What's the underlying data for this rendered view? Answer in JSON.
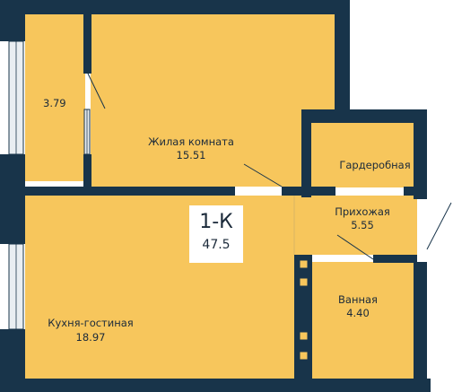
{
  "plan": {
    "colors": {
      "wall": "#18344a",
      "floor": "#f7c65c",
      "window": "#e9eef2",
      "background": "#ffffff"
    },
    "badge": {
      "type": "1-К",
      "area": "47.5"
    },
    "rooms": [
      {
        "id": "balcony",
        "name": "",
        "area": "3.79"
      },
      {
        "id": "living",
        "name": "Жилая комната",
        "area": "15.51"
      },
      {
        "id": "wardrobe",
        "name": "Гардеробная",
        "area": ""
      },
      {
        "id": "hall",
        "name": "Прихожая",
        "area": "5.55"
      },
      {
        "id": "kitchen",
        "name": "Кухня-гостиная",
        "area": "18.97"
      },
      {
        "id": "bath",
        "name": "Ванная",
        "area": "4.40"
      }
    ]
  }
}
